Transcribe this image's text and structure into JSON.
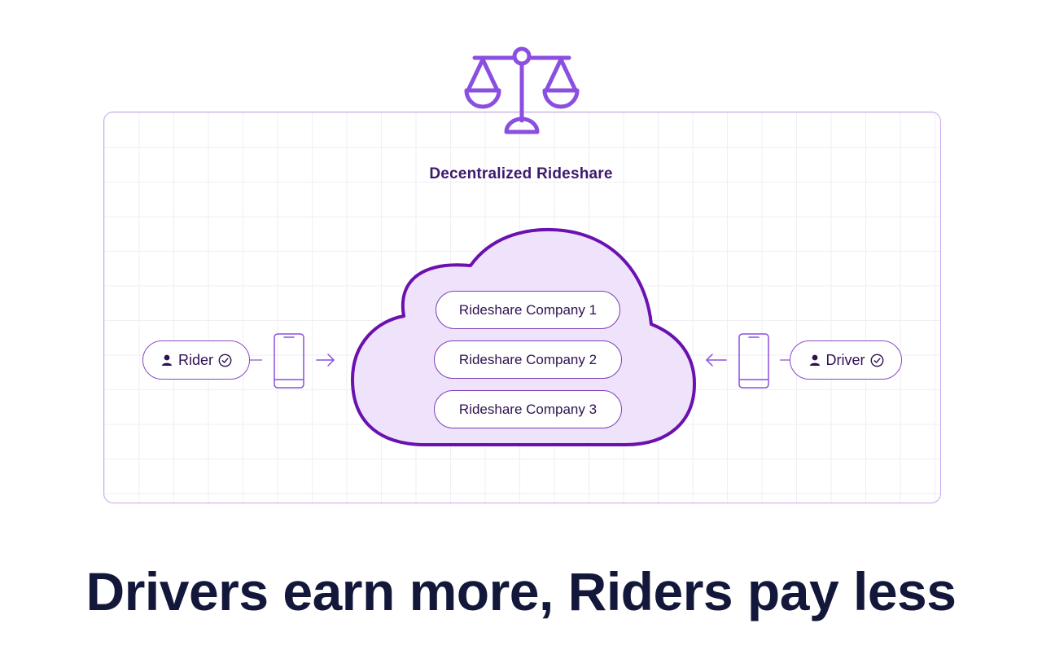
{
  "diagram": {
    "title": "Decentralized Rideshare",
    "companies": [
      "Rideshare Company 1",
      "Rideshare Company 2",
      "Rideshare Company 3"
    ],
    "rider_label": "Rider",
    "driver_label": "Driver"
  },
  "headline": "Drivers earn more, Riders pay less",
  "colors": {
    "accent": "#8a4fe0",
    "cloud_fill": "#efe2fb",
    "cloud_stroke": "#6a11b0",
    "headline": "#13173a"
  },
  "icons": {
    "top": "balance-scale-icon",
    "person": "person-icon",
    "verified": "check-circle-icon",
    "device": "smartphone-icon",
    "arrow_in_left": "arrow-right-icon",
    "arrow_in_right": "arrow-left-icon"
  }
}
